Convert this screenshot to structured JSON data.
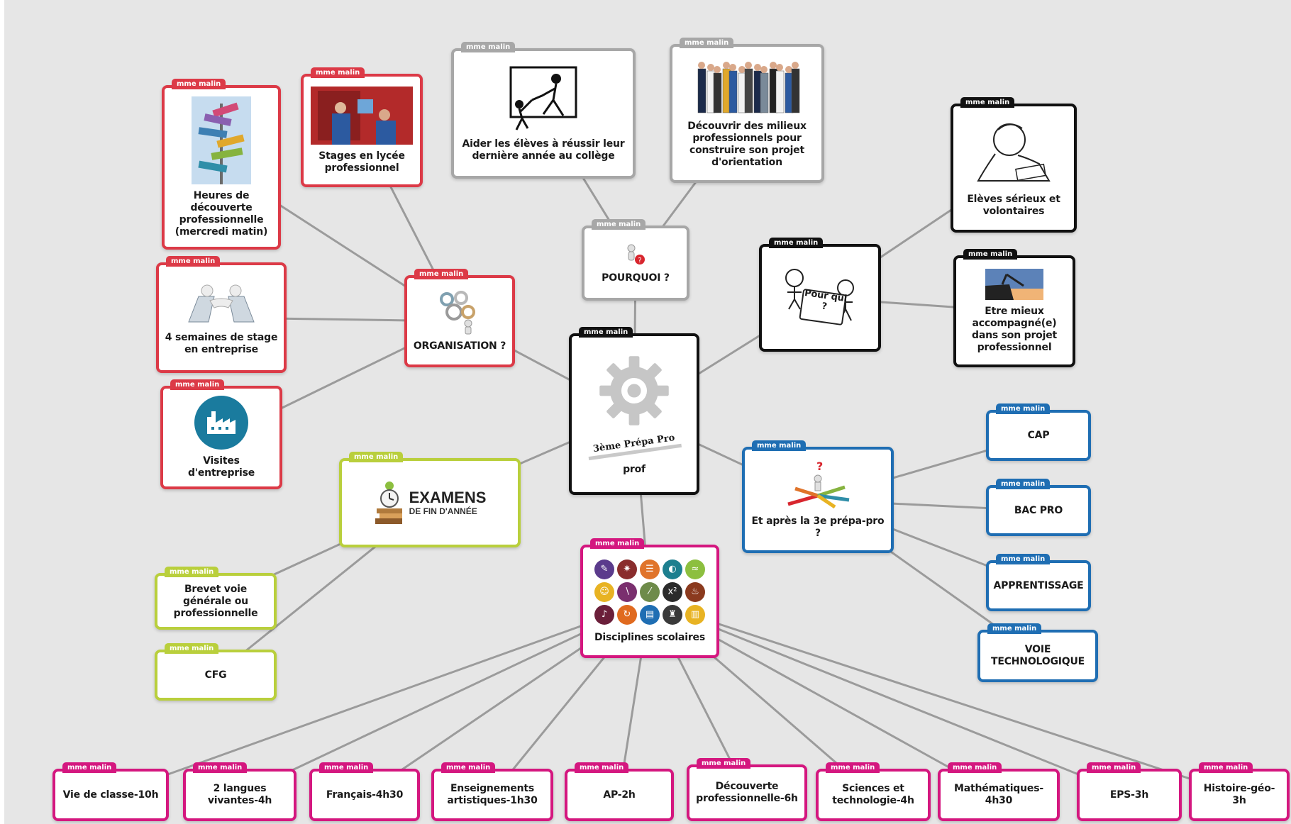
{
  "author_tag": "mme malin",
  "colors": {
    "background": "#e6e6e6",
    "connector": "#9b9b9b",
    "red": "#dc3a47",
    "grey": "#a7a7a7",
    "black": "#111111",
    "blue": "#1f6eb3",
    "green": "#b9cf3c",
    "magenta": "#d4177f"
  },
  "center": {
    "banner": "3ème Prépa Pro",
    "label": "prof",
    "icon": "gear-icon"
  },
  "pourquoi": {
    "label": "POURQUOI ?",
    "icon": "question-figure-icon",
    "children": [
      {
        "label": "Aider les élèves à réussir leur dernière année au collège",
        "icon": "helping-hand-sketch-icon"
      },
      {
        "label": "Découvrir des milieux professionnels pour construire son projet d'orientation",
        "icon": "professionals-group-icon"
      }
    ]
  },
  "pour_qui": {
    "label": "Pour qui ?",
    "icon": "two-kids-sign-icon",
    "children": [
      {
        "label": "Elèves sérieux et volontaires",
        "icon": "student-writing-sketch-icon"
      },
      {
        "label": "Etre mieux accompagné(e) dans son projet professionnel",
        "icon": "helping-climb-icon"
      }
    ]
  },
  "organisation": {
    "label": "ORGANISATION ?",
    "icon": "gears-figure-icon",
    "children": [
      {
        "label": "Heures de découverte professionnelle (mercredi matin)",
        "icon": "signpost-icon"
      },
      {
        "label": "Stages en lycée professionnel",
        "icon": "workshop-photo-icon"
      },
      {
        "label": "4 semaines de stage en entreprise",
        "icon": "handshake-laptops-icon"
      },
      {
        "label": "Visites d'entreprise",
        "icon": "factory-icon"
      }
    ]
  },
  "examens": {
    "title": "EXAMENS",
    "subtitle": "DE FIN D'ANNÉE",
    "icon": "alarm-clock-books-icon",
    "children": [
      {
        "label": "Brevet voie générale ou professionnelle"
      },
      {
        "label": "CFG"
      }
    ]
  },
  "apres": {
    "label": "Et après la 3e prépa-pro ?",
    "icon": "arrows-crossroads-icon",
    "children": [
      {
        "label": "CAP"
      },
      {
        "label": "BAC PRO"
      },
      {
        "label": "APPRENTISSAGE"
      },
      {
        "label": "VOIE TECHNOLOGIQUE"
      }
    ]
  },
  "disciplines": {
    "label": "Disciplines scolaires",
    "icons": [
      {
        "glyph": "✎",
        "color": "#5b3b8c"
      },
      {
        "glyph": "✷",
        "color": "#8a2d2d"
      },
      {
        "glyph": "☰",
        "color": "#e0742a"
      },
      {
        "glyph": "◐",
        "color": "#1d7f8f"
      },
      {
        "glyph": "≈",
        "color": "#8cbf3f"
      },
      {
        "glyph": "☺",
        "color": "#e8b323"
      },
      {
        "glyph": "∖",
        "color": "#7a2f6e"
      },
      {
        "glyph": "⁄",
        "color": "#6e8b4a"
      },
      {
        "glyph": "x²",
        "color": "#2b2b2b"
      },
      {
        "glyph": "♨",
        "color": "#8b3a1e"
      },
      {
        "glyph": "♪",
        "color": "#6b1f3a"
      },
      {
        "glyph": "↻",
        "color": "#e06a1f"
      },
      {
        "glyph": "▤",
        "color": "#1f6eb3"
      },
      {
        "glyph": "♜",
        "color": "#3a3a3a"
      },
      {
        "glyph": "▥",
        "color": "#e8b323"
      }
    ],
    "children": [
      {
        "label": "Vie de classe-10h"
      },
      {
        "label": "2 langues vivantes-4h"
      },
      {
        "label": "Français-4h30"
      },
      {
        "label": "Enseignements artistiques-1h30"
      },
      {
        "label": "AP-2h"
      },
      {
        "label": "Découverte professionnelle-6h"
      },
      {
        "label": "Sciences et technologie-4h"
      },
      {
        "label": "Mathématiques-4h30"
      },
      {
        "label": "EPS-3h"
      },
      {
        "label": "Histoire-géo-3h"
      }
    ]
  }
}
